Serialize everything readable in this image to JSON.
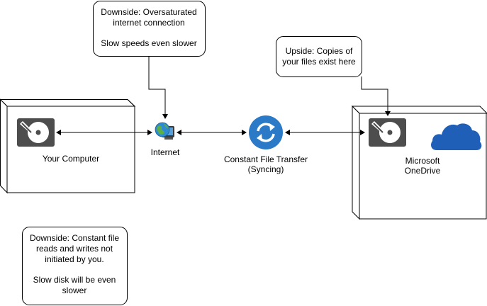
{
  "nodes": {
    "your_computer": {
      "label": "Your Computer"
    },
    "internet": {
      "label": "Internet"
    },
    "sync": {
      "label_line1": "Constant File Transfer",
      "label_line2": "(Syncing)"
    },
    "onedrive": {
      "label_line1": "Microsoft",
      "label_line2": "OneDrive"
    }
  },
  "notes": {
    "internet_downside": {
      "line1": "Downside: Oversaturated",
      "line2": "internet connection",
      "line3": "Slow speeds even slower"
    },
    "cloud_upside": {
      "line1": "Upside: Copies of",
      "line2": "your files exist here"
    },
    "disk_downside": {
      "line1": "Downside: Constant file",
      "line2": "reads and writes not",
      "line3": "initiated by you.",
      "line4": "Slow disk will be even",
      "line5": "slower"
    }
  },
  "colors": {
    "disk_icon": "#4d4d4d",
    "sync_icon": "#2a7ac7",
    "cloud_icon": "#1f5fb8",
    "outline": "#000000"
  },
  "icons": {
    "disk": "hard-disk-icon",
    "internet": "globe-computer-icon",
    "sync": "sync-arrows-icon",
    "cloud": "cloud-icon"
  }
}
